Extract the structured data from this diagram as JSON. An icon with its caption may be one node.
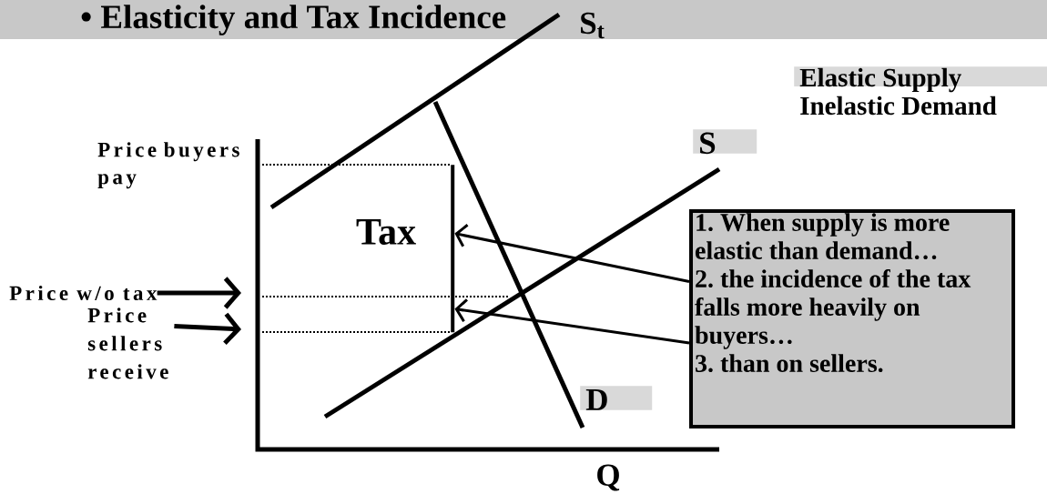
{
  "diagram": {
    "title": "• Elasticity and Tax Incidence",
    "nodes": [
      {
        "text": [
          "Elastic Supply Inelastic Demand"
        ]
      },
      {
        "text": [
          "S"
        ]
      },
      {
        "text": [
          "Price w/o tax"
        ]
      },
      {
        "text": [
          "1. When supply is more elastic than demand…",
          "2. the incidence of the tax falls more heavily on buyers…",
          "3. than on sellers."
        ]
      },
      {
        "text": [
          "Price sellers receive"
        ]
      },
      {
        "text": [
          "D"
        ]
      },
      {
        "text": [],
        "shape": "bar"
      }
    ],
    "edges": [
      {
        "from": 3,
        "to": 6,
        "arrow": "to"
      },
      {
        "from": 3,
        "to": 6,
        "arrow": "to"
      },
      {
        "from": 2,
        "to": null,
        "arrow": "to"
      },
      {
        "from": 4,
        "to": null,
        "arrow": "to"
      }
    ],
    "labels": [
      "S$_{t}$",
      "Price buyers pay",
      "Tax",
      "Q"
    ]
  }
}
